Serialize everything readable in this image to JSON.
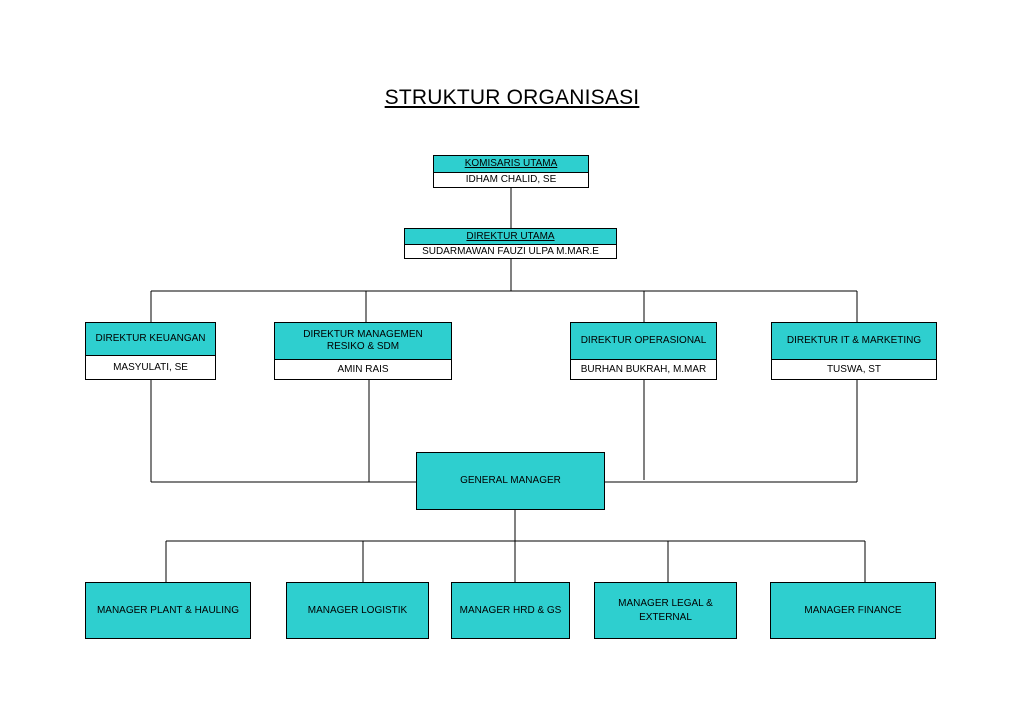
{
  "title": "STRUKTUR ORGANISASI",
  "colors": {
    "box_fill": "#2ecfcf",
    "line": "#000000",
    "background": "#ffffff"
  },
  "komisaris": {
    "role": "KOMISARIS UTAMA",
    "name": "IDHAM CHALID, SE"
  },
  "direktur_utama": {
    "role": "DIREKTUR UTAMA",
    "name": "SUDARMAWAN FAUZI ULPA M.MAR.E"
  },
  "directors": [
    {
      "role": "DIREKTUR KEUANGAN",
      "name": "MASYULATI, SE"
    },
    {
      "role": "DIREKTUR MANAGEMEN RESIKO & SDM",
      "name": "AMIN RAIS"
    },
    {
      "role": "DIREKTUR OPERASIONAL",
      "name": "BURHAN BUKRAH, M.MAR"
    },
    {
      "role": "DIREKTUR IT & MARKETING",
      "name": "TUSWA, ST"
    }
  ],
  "general_manager": {
    "role": "GENERAL MANAGER"
  },
  "managers": [
    {
      "role": "MANAGER PLANT & HAULING"
    },
    {
      "role": "MANAGER LOGISTIK"
    },
    {
      "role": "MANAGER HRD & GS"
    },
    {
      "role": "MANAGER LEGAL & EXTERNAL"
    },
    {
      "role": "MANAGER FINANCE"
    }
  ]
}
